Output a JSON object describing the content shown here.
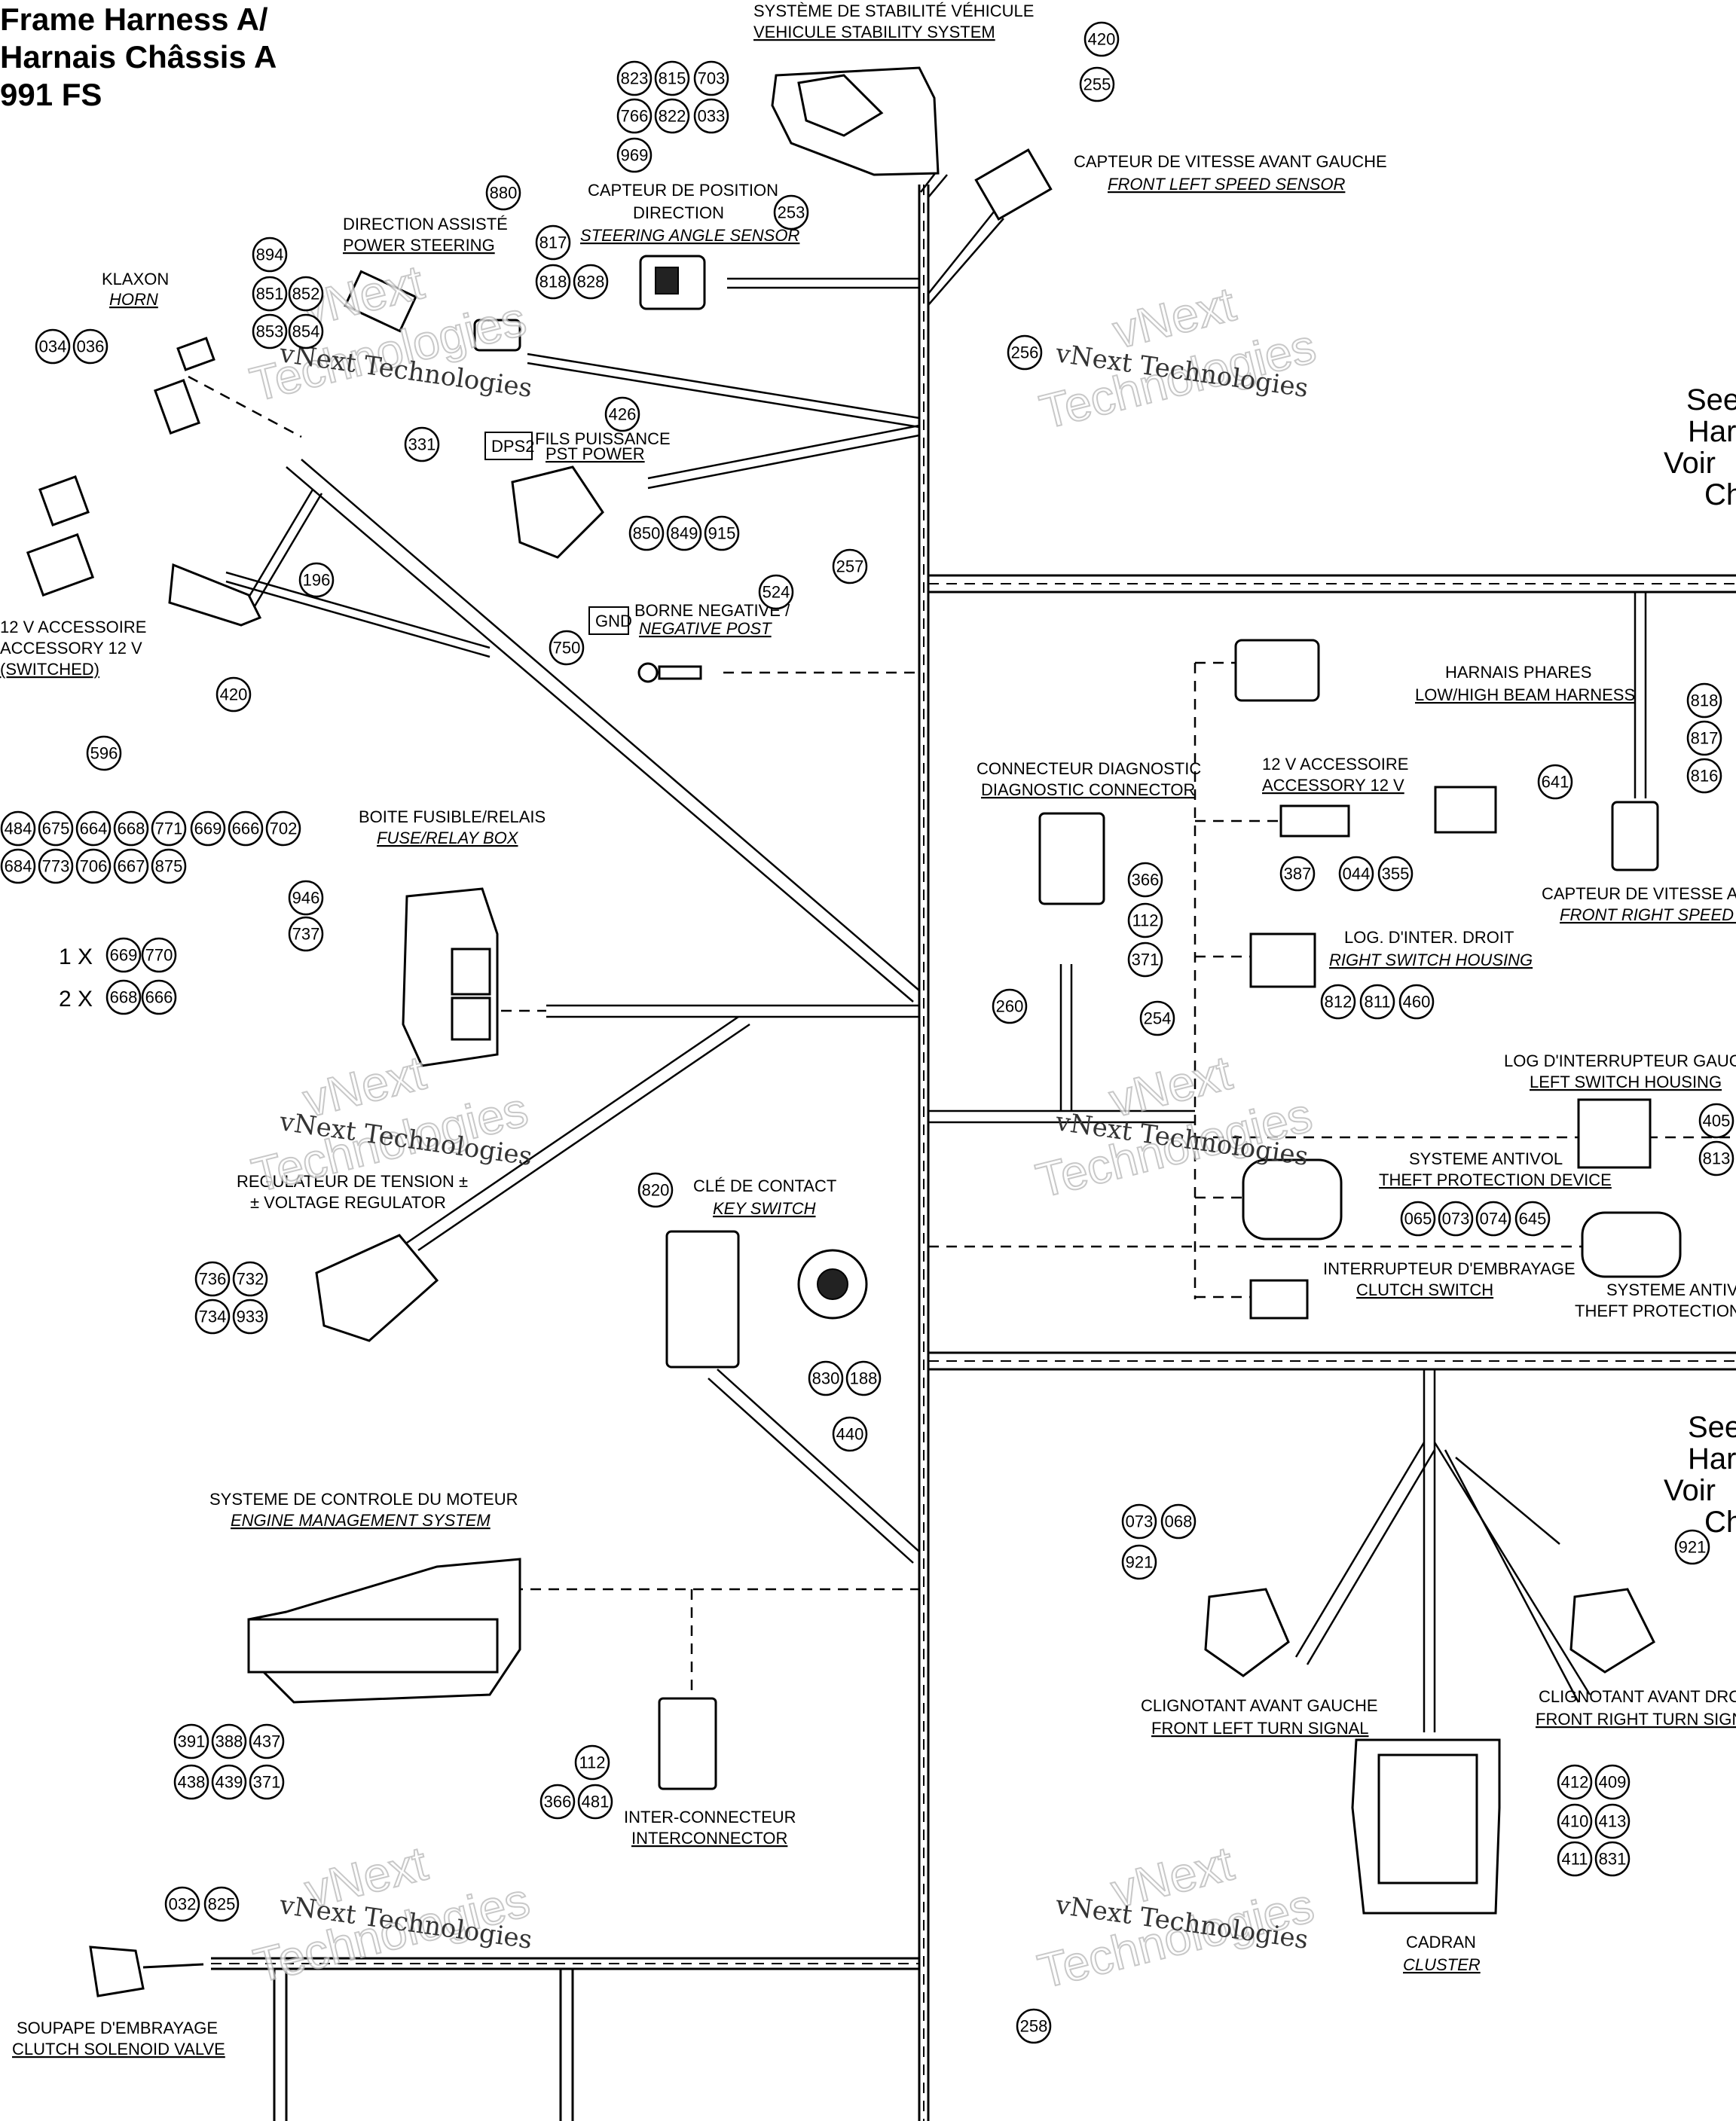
{
  "title": [
    "Frame Harness A/",
    "Harnais Châssis A",
    "991 FS"
  ],
  "watermark": "vNext Technologies",
  "watermark_lines": [
    "vNext",
    "Technologies"
  ],
  "see_right_top": [
    "See",
    "Har",
    "Voir",
    "Ch"
  ],
  "see_right_bottom": [
    "See",
    "Har",
    "Voir",
    "Ch"
  ],
  "multipliers": [
    {
      "label": "1 X",
      "refs": [
        "669",
        "770"
      ]
    },
    {
      "label": "2 X",
      "refs": [
        "668",
        "666"
      ]
    }
  ],
  "labels": {
    "stability": [
      "SYSTÈME DE STABILITÉ VÉHICULE",
      "VEHICULE STABILITY SYSTEM"
    ],
    "front_left_speed": [
      "CAPTEUR DE VITESSE AVANT GAUCHE",
      "FRONT LEFT SPEED SENSOR"
    ],
    "steering_angle": [
      "CAPTEUR DE POSITION",
      "DIRECTION",
      "STEERING ANGLE SENSOR"
    ],
    "power_steering": [
      "DIRECTION ASSISTÉ",
      "POWER STEERING"
    ],
    "horn": [
      "KLAXON",
      "HORN"
    ],
    "dps2": "DPS2",
    "dps2_wires": [
      "FILS PUISSANCE",
      "PST POWER"
    ],
    "accessory_left": [
      "12 V ACCESSOIRE",
      "ACCESSORY 12 V",
      "(SWITCHED)"
    ],
    "gnd": "GND",
    "negative_post": [
      "BORNE NEGATIVE /",
      "NEGATIVE POST"
    ],
    "fuse_box": [
      "BOITE FUSIBLE/RELAIS",
      "FUSE/RELAY BOX"
    ],
    "diag_connector": [
      "CONNECTEUR DIAGNOSTIC",
      "DIAGNOSTIC CONNECTOR"
    ],
    "low_high_beam": [
      "HARNAIS PHARES",
      "LOW/HIGH BEAM HARNESS"
    ],
    "accessory_right": [
      "12 V ACCESSOIRE",
      "ACCESSORY 12 V"
    ],
    "front_right_speed": [
      "CAPTEUR DE VITESSE AVAN",
      "FRONT RIGHT SPEED SEN"
    ],
    "right_switch": [
      "LOG. D'INTER. DROIT",
      "RIGHT SWITCH HOUSING"
    ],
    "left_switch": [
      "LOG D'INTERRUPTEUR GAUCHE",
      "LEFT SWITCH HOUSING"
    ],
    "antitheft1": [
      "SYSTEME ANTIVOL",
      "THEFT PROTECTION DEVICE"
    ],
    "antitheft2": [
      "SYSTEME ANTIVOL",
      "THEFT PROTECTION DE"
    ],
    "clutch_switch": [
      "INTERRUPTEUR D'EMBRAYAGE",
      "CLUTCH SWITCH"
    ],
    "voltage_reg": [
      "REGULATEUR DE TENSION ±",
      "± VOLTAGE REGULATOR"
    ],
    "key_switch": [
      "CLÉ DE CONTACT",
      "KEY SWITCH"
    ],
    "engine_mgmt": [
      "SYSTEME DE CONTROLE DU MOTEUR",
      "ENGINE MANAGEMENT SYSTEM"
    ],
    "interconnector": [
      "INTER-CONNECTEUR",
      "INTERCONNECTOR"
    ],
    "left_turn": [
      "CLIGNOTANT AVANT GAUCHE",
      "FRONT LEFT TURN SIGNAL"
    ],
    "right_turn": [
      "CLIGNOTANT AVANT DROIT",
      "FRONT RIGHT TURN SIGNAL"
    ],
    "cluster": [
      "CADRAN",
      "CLUSTER"
    ],
    "clutch_valve": [
      "SOUPAPE D'EMBRAYAGE",
      "CLUTCH SOLENOID VALVE"
    ]
  },
  "callouts": [
    "823",
    "815",
    "703",
    "766",
    "822",
    "033",
    "969",
    "420",
    "255",
    "253",
    "256",
    "257",
    "260",
    "254",
    "258",
    "880",
    "817",
    "818",
    "828",
    "894",
    "851",
    "852",
    "853",
    "854",
    "034",
    "036",
    "426",
    "331",
    "196",
    "850",
    "849",
    "915",
    "750",
    "524",
    "596",
    "420",
    "484",
    "675",
    "664",
    "668",
    "771",
    "669",
    "666",
    "702",
    "684",
    "773",
    "706",
    "667",
    "875",
    "946",
    "737",
    "736",
    "732",
    "734",
    "933",
    "820",
    "830",
    "188",
    "440",
    "391",
    "388",
    "437",
    "438",
    "439",
    "371",
    "112",
    "366",
    "481",
    "032",
    "825",
    "366",
    "112",
    "371",
    "641",
    "387",
    "044",
    "355",
    "818",
    "817",
    "816",
    "812",
    "811",
    "460",
    "405",
    "813",
    "065",
    "073",
    "074",
    "645",
    "073",
    "068",
    "921",
    "921",
    "412",
    "409",
    "410",
    "413",
    "411",
    "831"
  ]
}
